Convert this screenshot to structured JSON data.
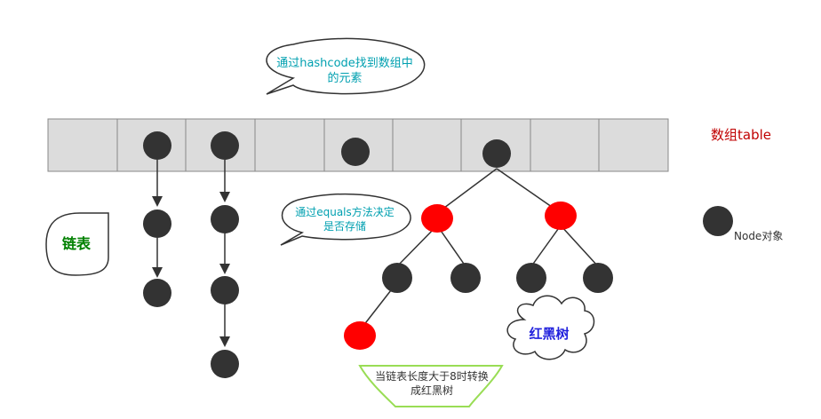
{
  "callouts": {
    "hash_line1": "通过hashcode找到数组中",
    "hash_line2": "的元素",
    "equals_line1": "通过equals方法决定",
    "equals_line2": "是否存储"
  },
  "labels": {
    "array_table": "数组table",
    "linked_list": "链表",
    "node_object": "Node对象",
    "red_black_tree": "红黑树",
    "convert_line1": "当链表长度大于8时转换",
    "convert_line2": "成红黑树"
  },
  "colors": {
    "node_black": "#333333",
    "node_red": "#ff0000",
    "array_fill": "#dcdcdc",
    "array_label": "#c00000",
    "linked_list_label": "#008000",
    "rbtree_label": "#2222dd",
    "callout_text": "#00a0b0",
    "convert_border": "#99dd55"
  }
}
